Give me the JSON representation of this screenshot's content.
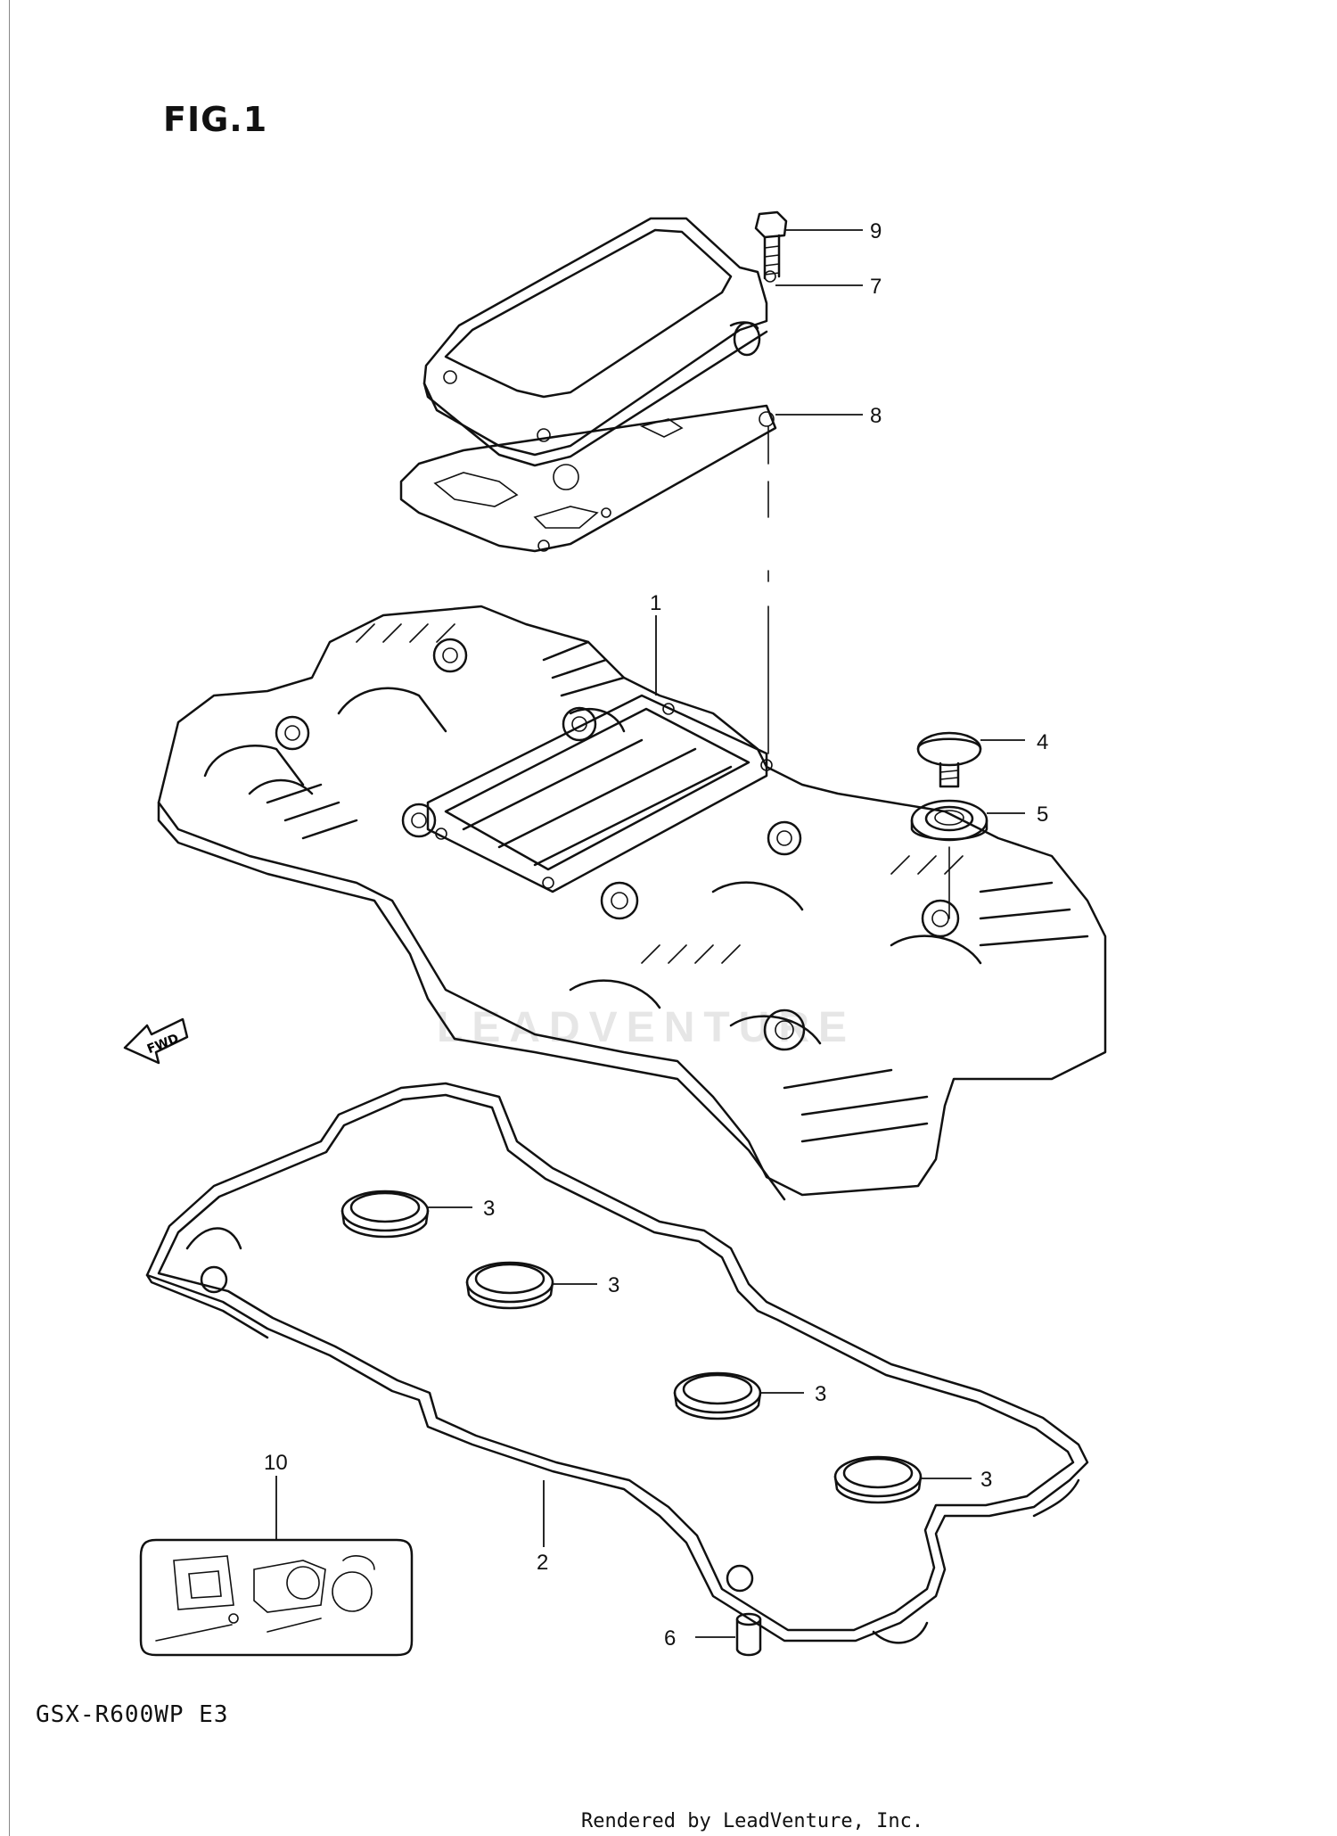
{
  "figure": {
    "title": "FIG.1",
    "model_code": "GSX-R600WP E3",
    "footer": "Rendered by LeadVenture, Inc.",
    "watermark": "LEADVENTURE",
    "fwd_label": "FWD"
  },
  "callouts": {
    "c1": "1",
    "c2": "2",
    "c3a": "3",
    "c3b": "3",
    "c3c": "3",
    "c3d": "3",
    "c4": "4",
    "c5": "5",
    "c6": "6",
    "c7": "7",
    "c8": "8",
    "c9": "9",
    "c10": "10"
  }
}
